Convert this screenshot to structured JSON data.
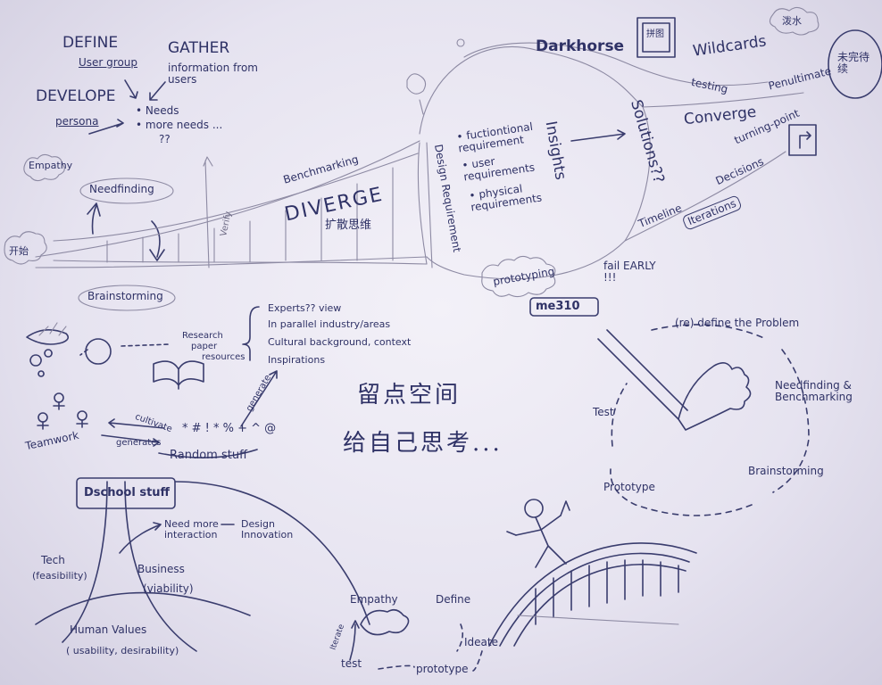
{
  "top_left": {
    "define": "DEFINE",
    "user_group": "User group",
    "gather": "GATHER",
    "info_from_users": "information from users",
    "develope": "DEVELOPE",
    "persona": "persona",
    "needs": "• Needs",
    "more_needs": "• more needs ...",
    "qq": "??",
    "empathy": "Empathy",
    "needfinding": "Needfinding",
    "brainstorming": "Brainstorming",
    "left_cloud": "开始"
  },
  "diverge_cone": {
    "benchmarking": "Benchmarking",
    "diverge": "DIVERGE",
    "diverge_cn": "扩散思维",
    "verify": "Verify",
    "design_requirement": "Design Requirement",
    "prototyping": "prototyping"
  },
  "insights": {
    "title": "Insights",
    "items": [
      "• fuctiontional requirement",
      "• user requirements",
      "• physical requirements"
    ]
  },
  "right_top": {
    "darkhorse": "Darkhorse",
    "box_label": "拼图",
    "wildcards": "Wildcards",
    "testing": "testing",
    "penultimate": "Penultimate",
    "top_cloud": "泼水",
    "right_circle": "未完待续",
    "solutions": "Solutions??",
    "converge": "Converge",
    "turning_point": "turning-point",
    "decisions": "Decisions",
    "timeline": "Timeline",
    "iterations": "Iterations",
    "fail_early": "fail EARLY !!!"
  },
  "cycle": {
    "tag": "me310",
    "redefine": "(re) define the Problem",
    "needfinding_bench": "Needfinding & Benchmarking",
    "brainstorming": "Brainstorming",
    "prototype": "Prototype",
    "test": "Test"
  },
  "middle": {
    "research": "Research",
    "paper": "paper",
    "resources": "resources",
    "experts": "Experts?? view",
    "parallel": "In parallel industry/areas",
    "cultural": "Cultural background, context",
    "inspirations": "Inspirations",
    "generate": "generate",
    "teamwork": "Teamwork",
    "cultivate": "cultivate",
    "generates": "generates",
    "symbols": "* # !  * % + ^ @",
    "random_stuff": "Random stuff",
    "cn_line1": "留点空间",
    "cn_line2": "给自己思考..."
  },
  "bottom_left": {
    "dschool": "Dschool stuff",
    "need_more": "Need more interaction",
    "design_innovation": "Design Innovation",
    "tech": "Tech",
    "feasibility": "(feasibility)",
    "business": "Business",
    "viability": "(viability)",
    "human_values": "Human Values",
    "usability": "( usability, desirability)"
  },
  "bottom_cycle": {
    "empathy": "Empathy",
    "define": "Define",
    "ideate": "Ideate",
    "prototype": "prototype",
    "test": "test",
    "iterate": "Iterate"
  }
}
